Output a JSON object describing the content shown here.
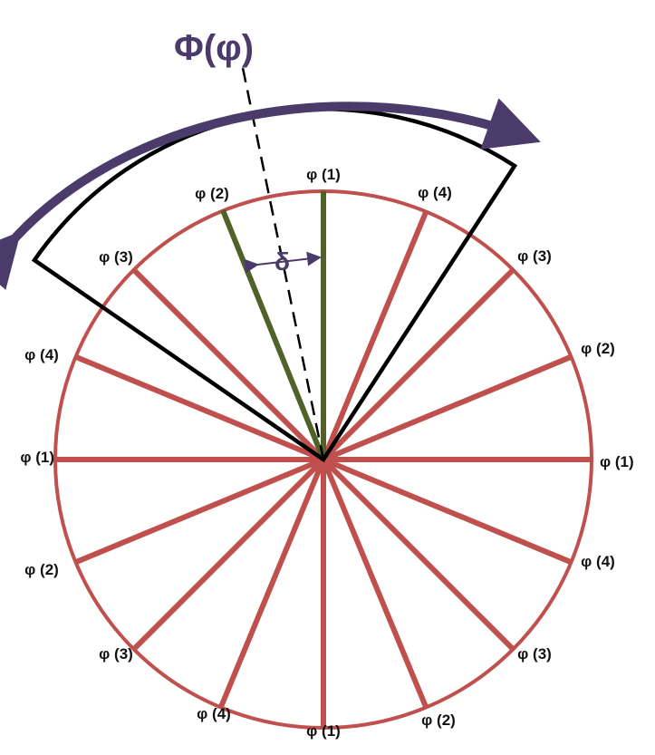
{
  "diagram": {
    "title": "Φ(φ)",
    "delta_label": "δ",
    "spoke_labels": [
      "φ (1)",
      "φ (4)",
      "φ (3)",
      "φ (2)",
      "φ (1)",
      "φ (4)",
      "φ (3)",
      "φ (2)",
      "φ (1)",
      "φ (4)",
      "φ (3)",
      "φ (2)",
      "φ (1)",
      "φ (4)",
      "φ (3)",
      "φ (2)"
    ],
    "colors": {
      "circle": "#c0504d",
      "spoke": "#c0504d",
      "highlight": "#4f6228",
      "sector": "#000000",
      "arrow": "#4b3b6b",
      "dashed": "#000000"
    }
  }
}
